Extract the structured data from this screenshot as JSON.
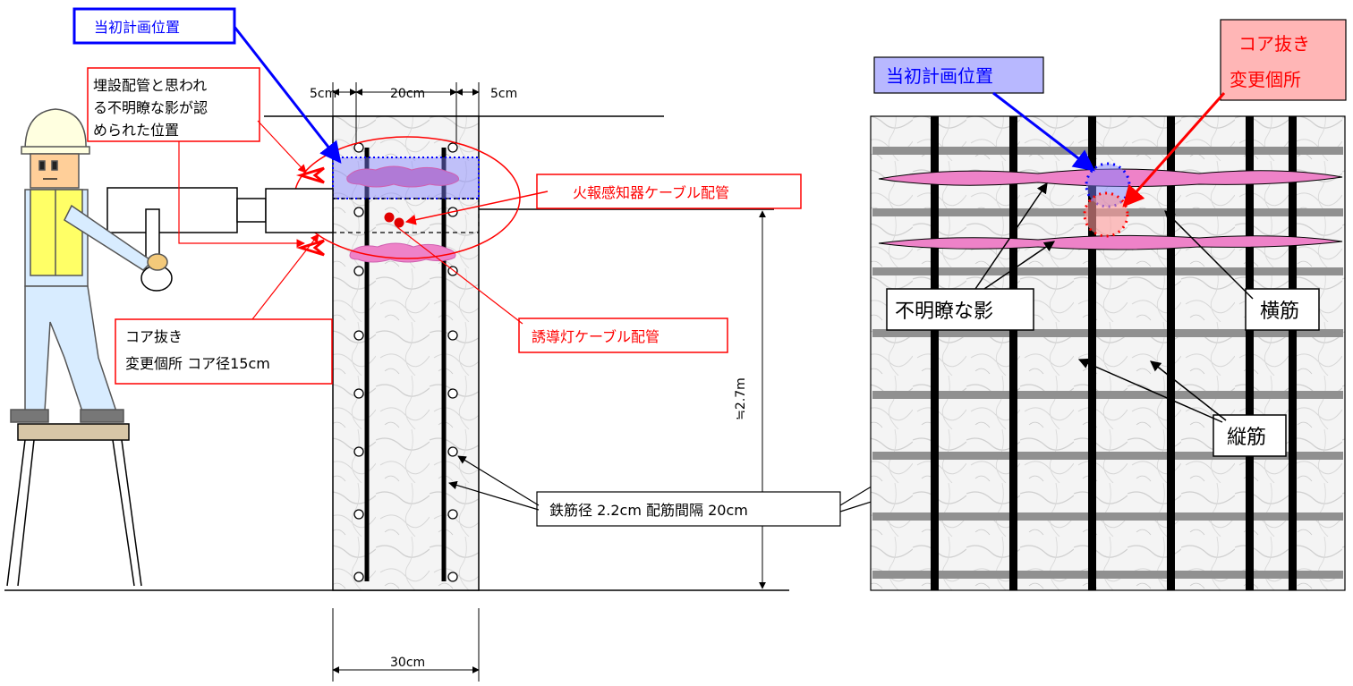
{
  "labels": {
    "plan_position": "当初計画位置",
    "suspected_pipe": [
      "埋設配管と思われ",
      "る不明瞭な影が認",
      "められた位置"
    ],
    "fire_sensor_cable": "火報感知器ケーブル配管",
    "guide_light_cable": "誘導灯ケーブル配管",
    "core_changed": [
      "コア抜き",
      "変更個所 コア径15cm"
    ],
    "rebar_spec": "鉄筋径 2.2cm 配筋間隔 20cm",
    "dim_left_5": "5cm",
    "dim_mid_20": "20cm",
    "dim_right_5": "5cm",
    "dim_width_30": "30cm",
    "dim_height": "≒2.7m",
    "right_plan_position": "当初計画位置",
    "right_core_changed": [
      "コア抜き",
      "変更個所"
    ],
    "unclear_shadow": "不明瞭な影",
    "horizontal_bar": "横筋",
    "vertical_bar": "縦筋"
  },
  "colors": {
    "red": "#ff0000",
    "blue": "#0000ff",
    "pink_pipe": "#ee82c8",
    "plan_fill": "#8080ff",
    "core_fill": "#ff9a9a",
    "helmet": "#ffffe0",
    "vest": "#ffff66",
    "clothes": "#d8ecff"
  }
}
